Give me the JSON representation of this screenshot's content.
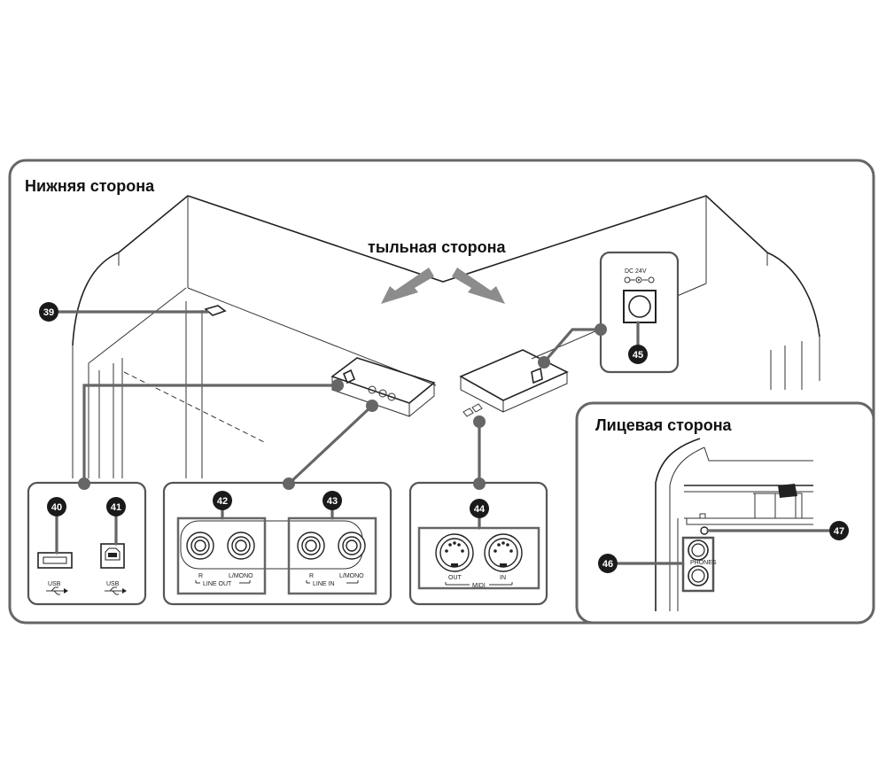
{
  "titles": {
    "bottom_side": "Нижняя сторона",
    "back_side": "тыльная сторона",
    "front_side": "Лицевая сторона"
  },
  "callouts": {
    "c39": "39",
    "c40": "40",
    "c41": "41",
    "c42": "42",
    "c43": "43",
    "c44": "44",
    "c45": "45",
    "c46": "46",
    "c47": "47"
  },
  "labels": {
    "usb_a": "USB",
    "usb_b": "USB",
    "line_out_r": "R",
    "line_out_lmono": "L/MONO",
    "line_out": "LINE OUT",
    "line_in_r": "R",
    "line_in_lmono": "L/MONO",
    "line_in": "LINE IN",
    "midi_out": "OUT",
    "midi_in": "IN",
    "midi": "MIDI",
    "dc": "DC 24V",
    "phones": "PHONES"
  },
  "colors": {
    "panel_border": "#666666",
    "callout_fill": "#1a1a1a",
    "arrow_fill": "#8c8c8c"
  }
}
